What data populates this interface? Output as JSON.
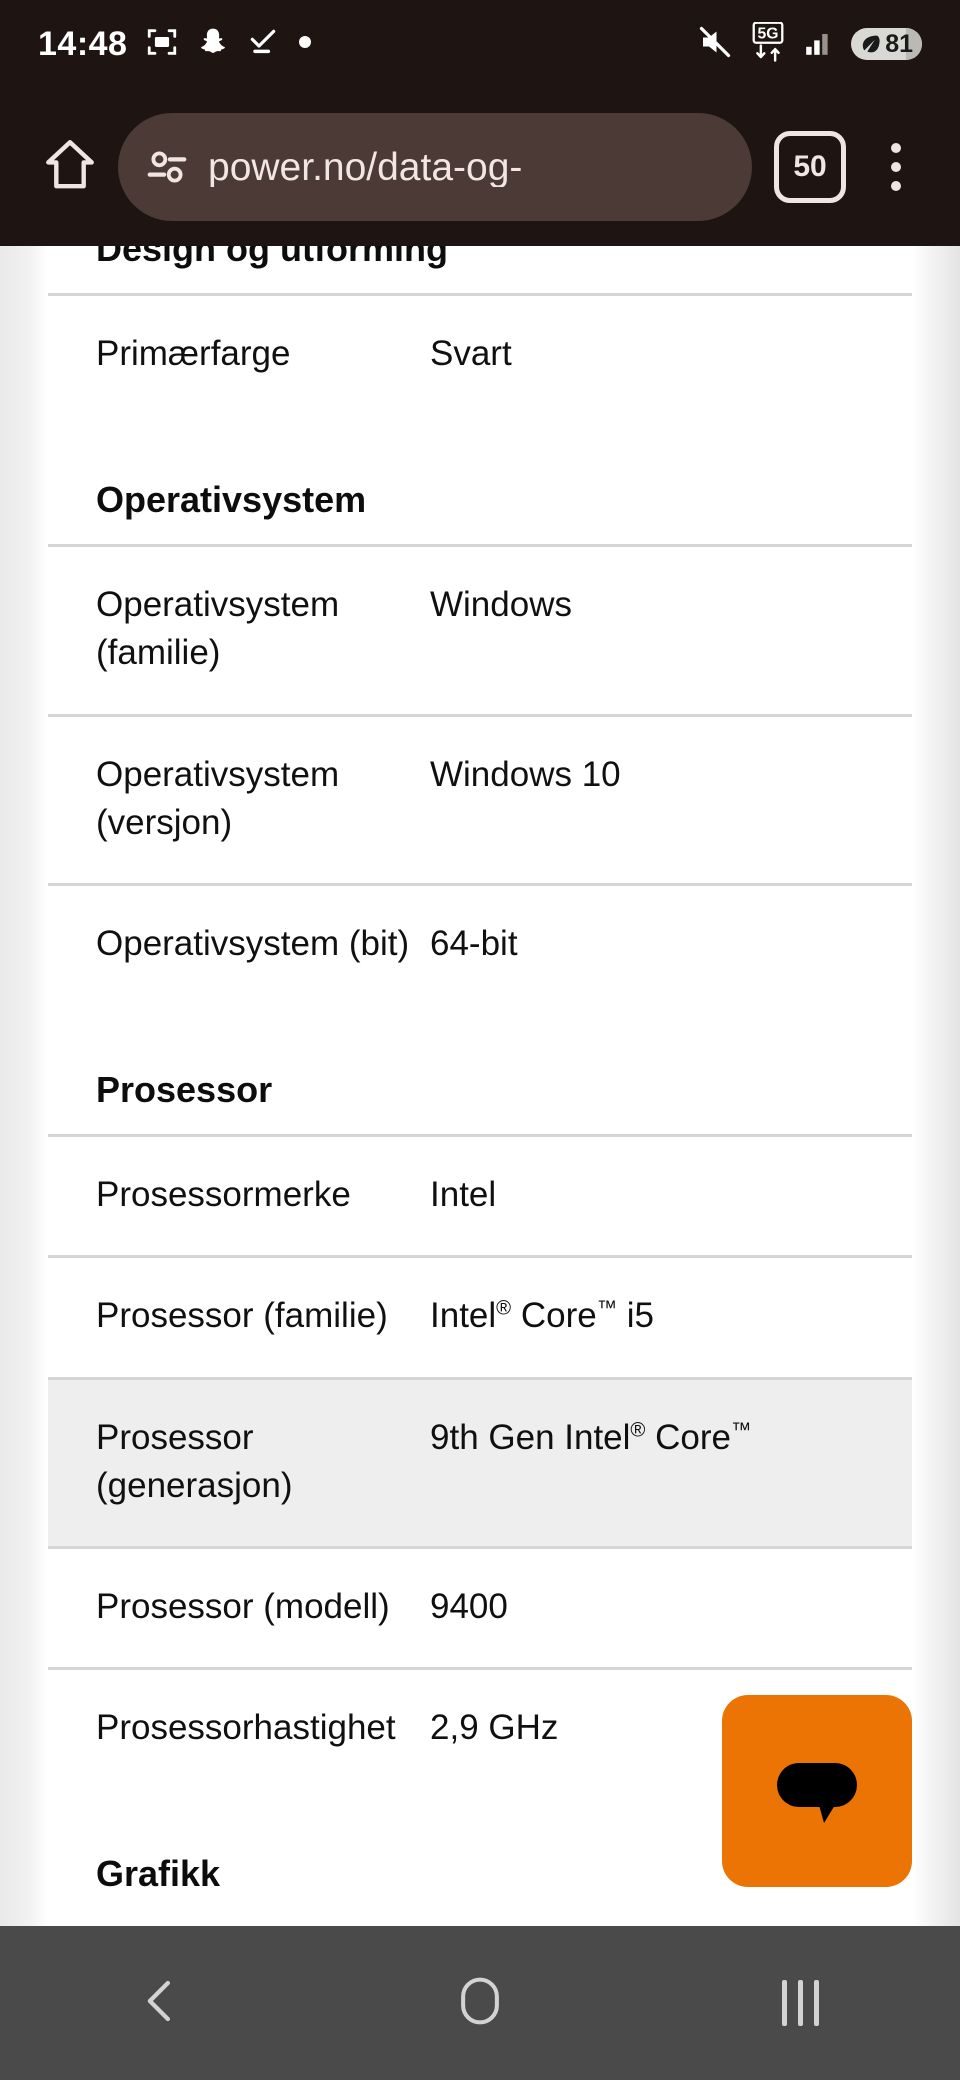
{
  "status_bar": {
    "clock": "14:48",
    "left_icons": [
      "screenshot-capture-icon",
      "snapchat-icon",
      "check-underline-icon",
      "dot-indicator-icon"
    ],
    "right_icons": [
      "mute-icon",
      "5g-network-icon",
      "signal-bars-icon"
    ],
    "network_label": "5G",
    "battery_level": "81",
    "battery_saver_icon": "leaf-icon"
  },
  "browser": {
    "home_icon": "home-icon",
    "page_info_icon": "page-settings-icon",
    "url": "power.no/data-og-",
    "tab_count": "50",
    "menu_icon": "three-dot-menu-icon"
  },
  "page": {
    "clipped_heading": "Design og utforming",
    "sections": [
      {
        "title": "",
        "rows": [
          {
            "label": "Primærfarge",
            "value": "Svart",
            "shaded": false
          }
        ]
      },
      {
        "title": "Operativsystem",
        "rows": [
          {
            "label": "Operativsystem (familie)",
            "value": "Windows",
            "shaded": false
          },
          {
            "label": "Operativsystem (versjon)",
            "value": "Windows 10",
            "shaded": false
          },
          {
            "label": "Operativsystem (bit)",
            "value": "64-bit",
            "shaded": false
          }
        ]
      },
      {
        "title": "Prosessor",
        "rows": [
          {
            "label": "Prosessormerke",
            "value": "Intel",
            "shaded": false
          },
          {
            "label": "Prosessor (familie)",
            "value": "Intel® Core™ i5",
            "shaded": false
          },
          {
            "label": "Prosessor (generasjon)",
            "value": "9th Gen Intel® Core™",
            "shaded": true
          },
          {
            "label": "Prosessor (modell)",
            "value": "9400",
            "shaded": false
          },
          {
            "label": "Prosessorhastighet",
            "value": "2,9 GHz",
            "shaded": false
          }
        ]
      },
      {
        "title": "Grafikk",
        "rows": []
      }
    ]
  },
  "chat_widget": {
    "icon": "speech-bubble-icon",
    "color": "#ec7404"
  },
  "nav_bar": {
    "back_icon": "back-chevron-icon",
    "home_icon": "home-circle-icon",
    "recents_icon": "recents-bars-icon"
  },
  "colors": {
    "browser_chrome": "#1e1412",
    "url_bar": "#4b3a36",
    "nav_bar": "#4a4a4a",
    "chat_accent": "#ec7404",
    "shaded_row": "#eeeeee"
  }
}
